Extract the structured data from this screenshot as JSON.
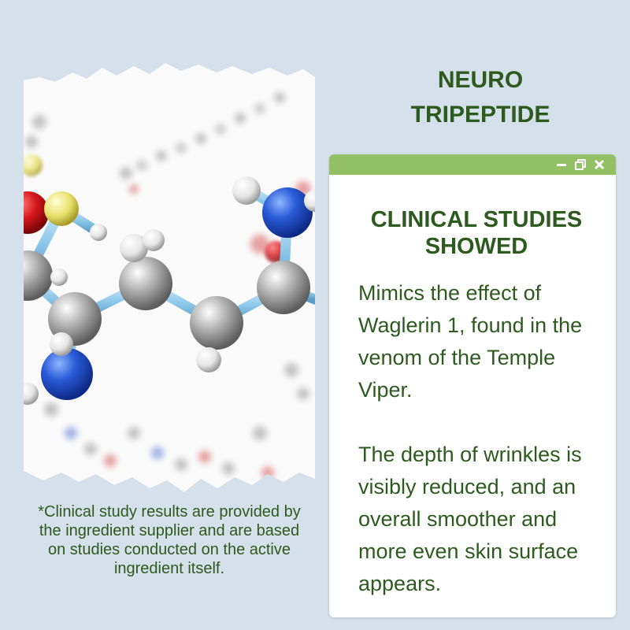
{
  "heading": {
    "line1": "NEURO",
    "line2": "TRIPEPTIDE"
  },
  "window": {
    "title_line1": "CLINICAL STUDIES",
    "title_line2": "SHOWED",
    "paragraph1": "Mimics the effect of Waglerin 1, found in the venom of the Temple Viper.",
    "paragraph2": "The depth of wrinkles is visibly reduced, and an overall smoother and more even skin surface appears.",
    "controls": [
      "minimize-icon",
      "restore-icon",
      "close-icon"
    ]
  },
  "footnote": "*Clinical study results are provided by the ingredient supplier and are based on studies conducted on the active ingredient itself.",
  "colors": {
    "background": "#d6e0ea",
    "text_green": "#2d5a1e",
    "titlebar_green": "#93c064",
    "atom_carbon": "#9a9a9a",
    "atom_nitrogen": "#2a5bd8",
    "atom_oxygen": "#d8171c",
    "atom_sulfur": "#e8e06a",
    "bond": "#8ec8ea"
  }
}
